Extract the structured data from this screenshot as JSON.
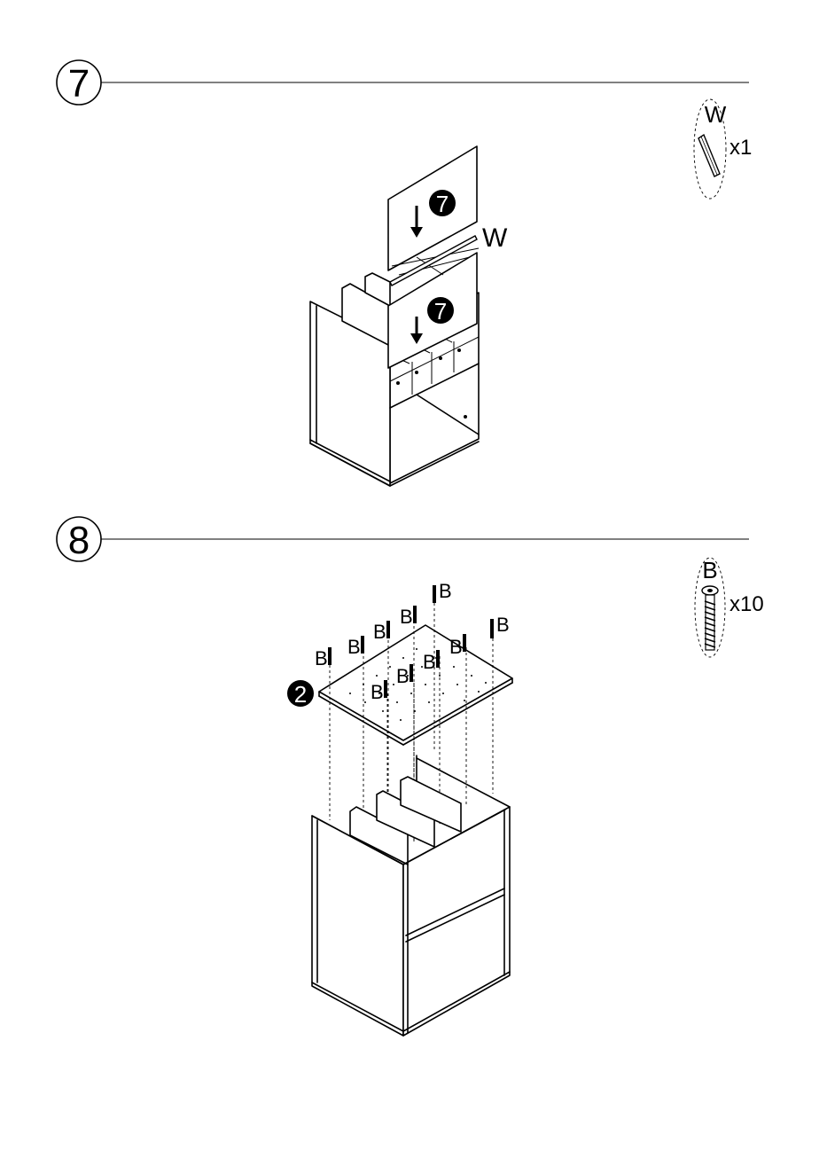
{
  "steps": [
    {
      "number": "7",
      "callouts": [
        "7",
        "7"
      ],
      "part_label": "W",
      "parts": [
        {
          "letter": "W",
          "quantity": "x1",
          "icon": "dowel-rod-icon"
        }
      ]
    },
    {
      "number": "8",
      "callout": "2",
      "part_label": "B",
      "parts": [
        {
          "letter": "B",
          "quantity": "x10",
          "icon": "cam-screw-icon"
        }
      ]
    }
  ]
}
